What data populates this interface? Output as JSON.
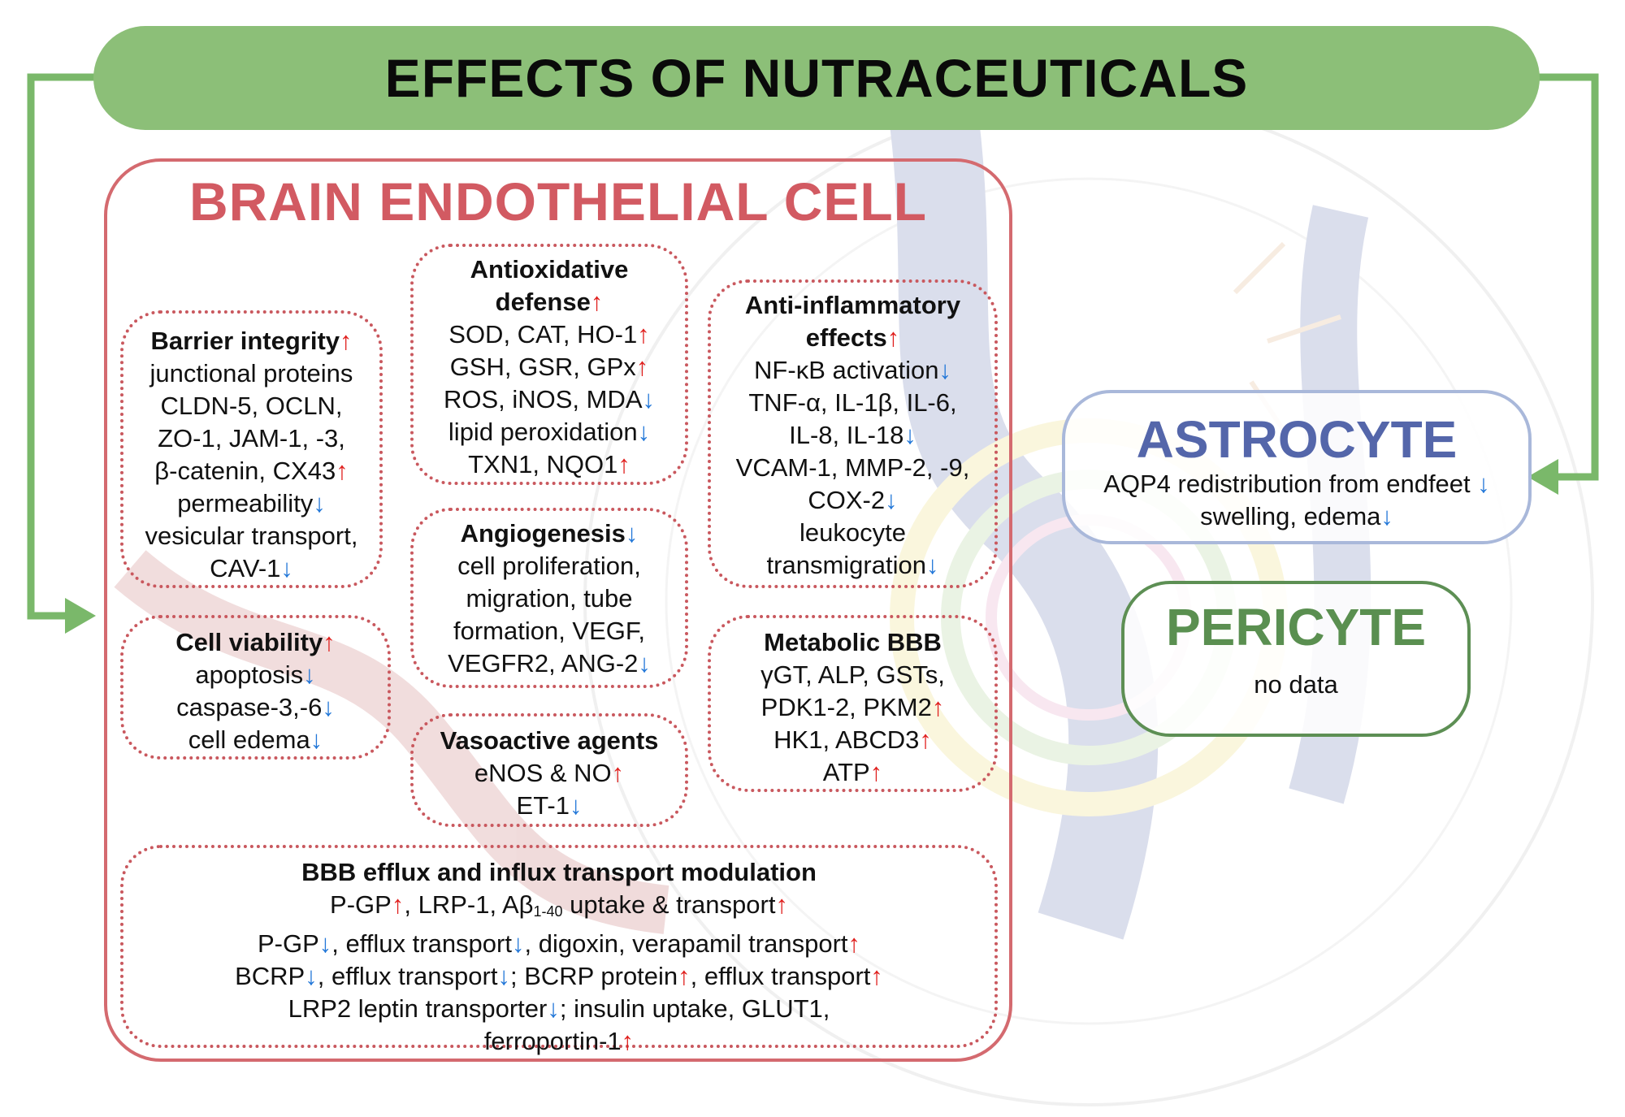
{
  "title": "EFFECTS OF NUTRACEUTICALS",
  "endothelial": {
    "title": "BRAIN ENDOTHELIAL CELL",
    "barrier": {
      "head": "Barrier integrity",
      "lines": [
        "junctional proteins",
        "CLDN-5, OCLN,",
        "ZO-1, JAM-1, -3,",
        "β-catenin, CX43",
        "permeability",
        "vesicular transport,",
        "CAV-1"
      ]
    },
    "viability": {
      "head": "Cell viability",
      "lines": [
        "apoptosis",
        "caspase-3,-6",
        "cell edema"
      ]
    },
    "antiox": {
      "head1": "Antioxidative",
      "head2": "defense",
      "lines": [
        "SOD, CAT, HO-1",
        "GSH, GSR, GPx",
        "ROS, iNOS, MDA",
        "lipid peroxidation",
        "TXN1, NQO1"
      ]
    },
    "angio": {
      "head": "Angiogenesis",
      "lines": [
        "cell proliferation,",
        "migration, tube",
        "formation, VEGF,",
        "VEGFR2, ANG-2"
      ]
    },
    "vaso": {
      "head": "Vasoactive agents",
      "lines": [
        "eNOS & NO",
        "ET-1"
      ]
    },
    "inflam": {
      "head1": "Anti-inflammatory",
      "head2": "effects",
      "lines": [
        "NF-κB activation",
        "TNF-α, IL-1β, IL-6,",
        "IL-8, IL-18",
        "VCAM-1, MMP-2, -9,",
        "COX-2",
        "leukocyte",
        "transmigration"
      ]
    },
    "metab": {
      "head": "Metabolic BBB",
      "lines": [
        "γGT, ALP, GSTs,",
        "PDK1-2, PKM2",
        "HK1, ABCD3",
        "ATP"
      ]
    },
    "transport": {
      "head": "BBB efflux and influx transport modulation",
      "l1a": "P-GP",
      "l1b": ", LRP-1, Aβ",
      "l1sub": "1-40",
      "l1c": " uptake & transport",
      "l2a": "P-GP",
      "l2b": ", efflux transport",
      "l2c": ", digoxin, verapamil transport",
      "l3a": "BCRP",
      "l3b": ", efflux transport",
      "l3c": "; BCRP protein",
      "l3d": ", efflux transport",
      "l4a": "LRP2 leptin transporter",
      "l4b": "; insulin uptake, GLUT1,",
      "l5a": "ferroportin-1"
    }
  },
  "astrocyte": {
    "name": "ASTROCYTE",
    "lines": [
      "AQP4 redistribution from endfeet",
      "swelling, edema"
    ]
  },
  "pericyte": {
    "name": "PERICYTE",
    "line": "no data"
  },
  "arrows": {
    "up": "↑",
    "down": "↓"
  },
  "colors": {
    "title_bar": "#8cbf78",
    "endothelial": "#d46a6f",
    "astrocyte": "#5466aa",
    "pericyte": "#5a8f50",
    "up": "#e0201e",
    "down": "#2277d8"
  }
}
